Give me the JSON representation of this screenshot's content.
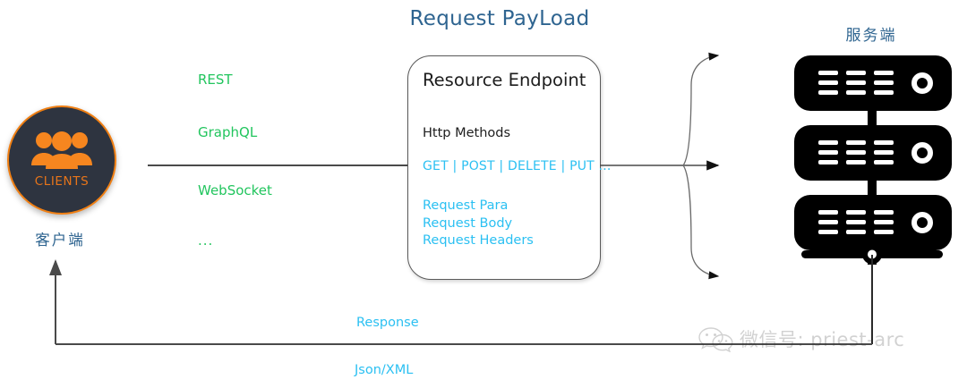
{
  "diagram": {
    "title": "Request PayLoad"
  },
  "client": {
    "icon_label": "CLIENTS",
    "caption": "客户端",
    "icon": "users-group-icon",
    "circle_fill": "#2E3440",
    "accent": "#F07F13"
  },
  "protocols": {
    "accent": "#22C55E",
    "items": [
      {
        "label": "REST"
      },
      {
        "label": "GraphQL"
      },
      {
        "label": "WebSocket"
      },
      {
        "label": "..."
      }
    ]
  },
  "endpoint": {
    "title": "Resource Endpoint",
    "http_methods_label": "Http Methods",
    "methods_value": "GET | POST | DELETE | PUT ...",
    "request_parts": [
      "Request Para",
      "Request Body",
      "Request Headers"
    ],
    "accent": "#2BC0F2"
  },
  "server": {
    "caption": "服务端",
    "icon": "server-rack-icon",
    "rack_count": 3,
    "fill": "#000000"
  },
  "response": {
    "label": "Response",
    "format_label": "Json/XML",
    "accent": "#2BC0F2"
  },
  "watermark": {
    "text": "微信号: priest-arc",
    "icon": "wechat-icon"
  }
}
